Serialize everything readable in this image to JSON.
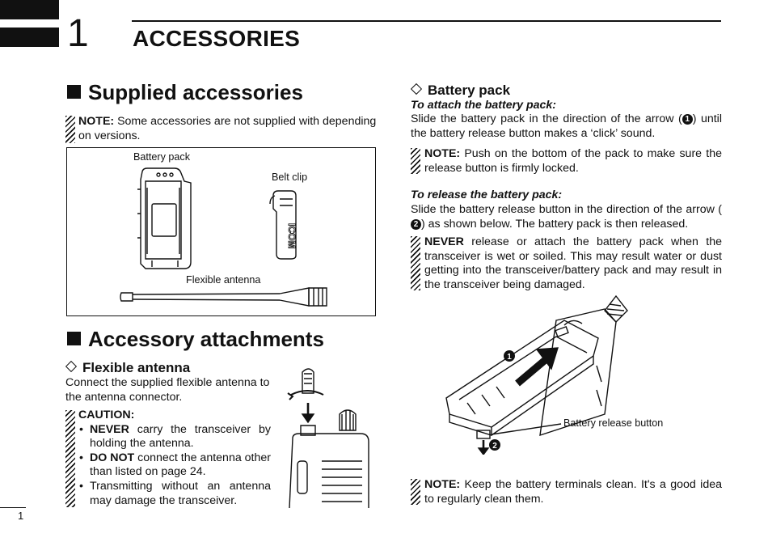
{
  "chapter": {
    "number": "1",
    "title": "ACCESSORIES"
  },
  "page_number": "1",
  "supplied": {
    "heading": "Supplied accessories",
    "note_label": "NOTE:",
    "note_text": " Some accessories are not supplied with depending on versions.",
    "labels": {
      "battery_pack": "Battery pack",
      "belt_clip": "Belt clip",
      "flexible_antenna": "Flexible antenna"
    }
  },
  "attachments": {
    "heading": "Accessory attachments",
    "flex": {
      "heading": "Flexible antenna",
      "body": "Connect the supplied flexible antenna to the antenna connector.",
      "caution_label": "CAUTION:",
      "bullets": [
        {
          "strong": "NEVER",
          "text": " carry the transceiver by holding the antenna."
        },
        {
          "strong": "DO NOT",
          "text": " connect the antenna other than listed on page 24."
        },
        {
          "strong": "",
          "text": "Transmitting without an antenna may damage the transceiver."
        }
      ]
    }
  },
  "battery": {
    "heading": "Battery pack",
    "attach_title": "To attach the battery pack:",
    "attach_pre": "Slide the battery pack in the direction of the arrow (",
    "attach_num": "1",
    "attach_post": ") until the battery release button makes a ‘click’ sound.",
    "note1_label": "NOTE:",
    "note1_text": " Push on the bottom of the pack to make sure the release button is firmly locked.",
    "release_title": "To release the battery pack:",
    "release_pre": "Slide the battery release button in the direction of the arrow (",
    "release_num": "2",
    "release_post": ") as shown below. The battery pack is then released.",
    "warn_strong": "NEVER",
    "warn_text": " release or attach the battery pack when the transceiver is wet or soiled. This may result water or dust getting into the transceiver/battery pack and may result in the transceiver being damaged.",
    "release_button_label": "Battery release button",
    "callout_1": "1",
    "callout_2": "2",
    "note2_label": "NOTE:",
    "note2_text": " Keep the battery terminals clean. It's a good idea to regularly clean them."
  }
}
